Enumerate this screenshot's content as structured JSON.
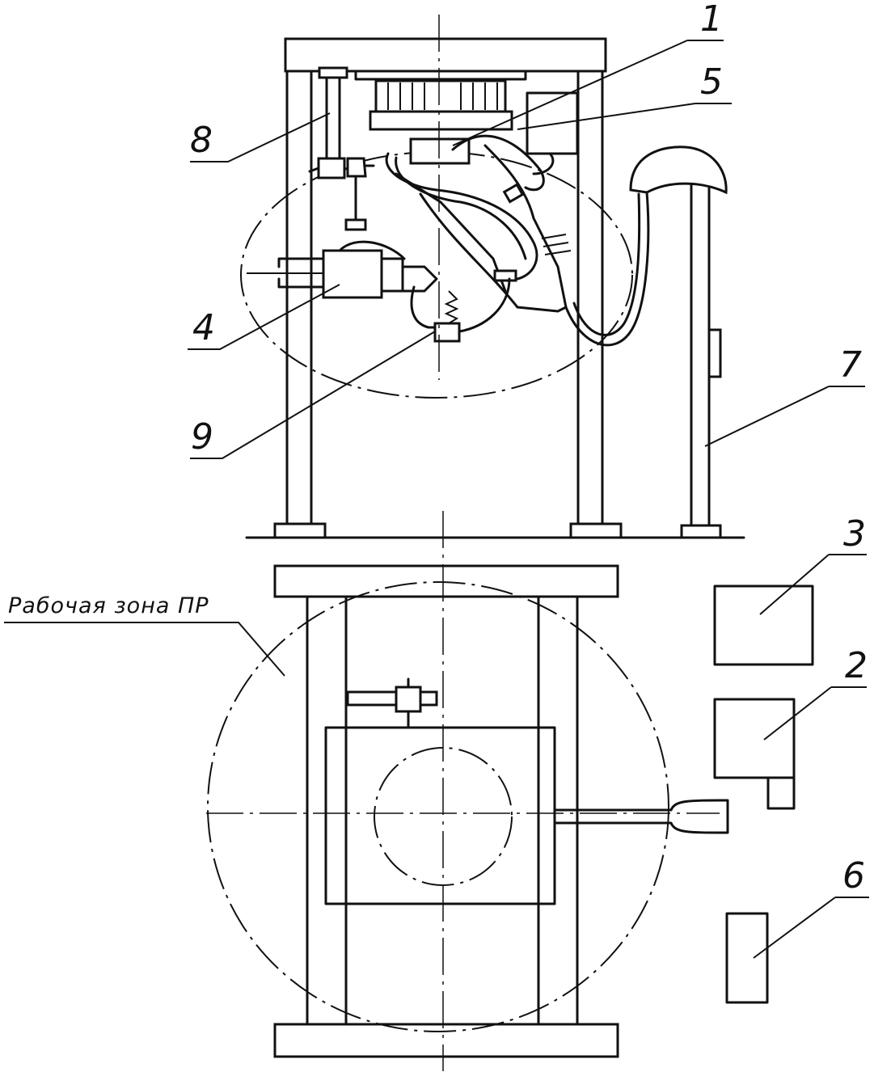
{
  "diagram": {
    "zone_label": "Рабочая зона ПР",
    "callouts": [
      "1",
      "2",
      "3",
      "4",
      "5",
      "6",
      "7",
      "8",
      "9"
    ]
  }
}
